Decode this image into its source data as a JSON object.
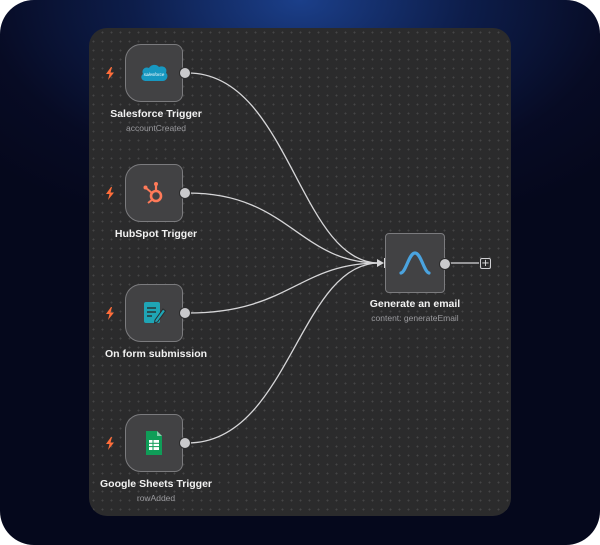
{
  "workflow": {
    "triggers": [
      {
        "title": "Salesforce Trigger",
        "subtitle": "accountCreated",
        "icon": "salesforce-icon"
      },
      {
        "title": "HubSpot Trigger",
        "subtitle": "",
        "icon": "hubspot-icon"
      },
      {
        "title": "On form submission",
        "subtitle": "",
        "icon": "form-icon"
      },
      {
        "title": "Google Sheets Trigger",
        "subtitle": "rowAdded",
        "icon": "google-sheets-icon"
      }
    ],
    "action": {
      "title": "Generate an email",
      "subtitle": "content: generateEmail",
      "icon": "ai-agent-icon"
    },
    "add_button": "+"
  },
  "colors": {
    "canvas": "#2b2b2c",
    "node": "#424244",
    "node_border": "#7b7b7e",
    "wire": "#d6d6d8",
    "bolt": "#ff6d3a",
    "salesforce": "#1798c1",
    "hubspot": "#ff7a59",
    "form": "#1fa5b5",
    "sheets": "#0f9d58",
    "ai_accent": "#4aa3df"
  }
}
